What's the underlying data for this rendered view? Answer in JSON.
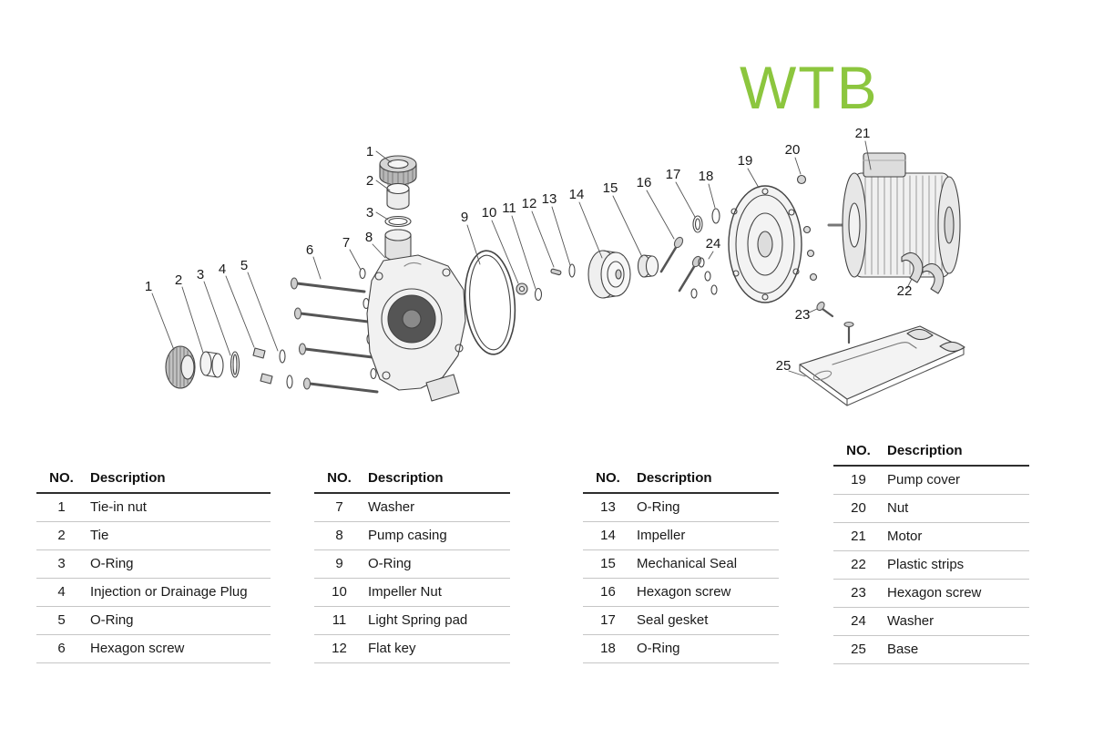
{
  "title": "WTB",
  "title_color": "#8CC63E",
  "diagram": {
    "name": "exploded-pump-parts-diagram",
    "callouts": [
      "1",
      "2",
      "3",
      "1",
      "2",
      "3",
      "4",
      "5",
      "6",
      "7",
      "8",
      "9",
      "10",
      "11",
      "12",
      "13",
      "14",
      "15",
      "16",
      "17",
      "18",
      "24",
      "19",
      "20",
      "21",
      "22",
      "23",
      "25"
    ]
  },
  "tables": [
    {
      "headers": {
        "no": "NO.",
        "description": "Description"
      },
      "rows": [
        {
          "no": "1",
          "description": "Tie-in nut"
        },
        {
          "no": "2",
          "description": "Tie"
        },
        {
          "no": "3",
          "description": "O-Ring"
        },
        {
          "no": "4",
          "description": "Injection or Drainage Plug"
        },
        {
          "no": "5",
          "description": "O-Ring"
        },
        {
          "no": "6",
          "description": "Hexagon screw"
        }
      ]
    },
    {
      "headers": {
        "no": "NO.",
        "description": "Description"
      },
      "rows": [
        {
          "no": "7",
          "description": "Washer"
        },
        {
          "no": "8",
          "description": "Pump casing"
        },
        {
          "no": "9",
          "description": "O-Ring"
        },
        {
          "no": "10",
          "description": "Impeller Nut"
        },
        {
          "no": "11",
          "description": "Light Spring pad"
        },
        {
          "no": "12",
          "description": "Flat key"
        }
      ]
    },
    {
      "headers": {
        "no": "NO.",
        "description": "Description"
      },
      "rows": [
        {
          "no": "13",
          "description": "O-Ring"
        },
        {
          "no": "14",
          "description": "Impeller"
        },
        {
          "no": "15",
          "description": "Mechanical Seal"
        },
        {
          "no": "16",
          "description": "Hexagon screw"
        },
        {
          "no": "17",
          "description": "Seal gesket"
        },
        {
          "no": "18",
          "description": "O-Ring"
        }
      ]
    },
    {
      "headers": {
        "no": "NO.",
        "description": "Description"
      },
      "rows": [
        {
          "no": "19",
          "description": "Pump cover"
        },
        {
          "no": "20",
          "description": "Nut"
        },
        {
          "no": "21",
          "description": "Motor"
        },
        {
          "no": "22",
          "description": "Plastic strips"
        },
        {
          "no": "23",
          "description": "Hexagon screw"
        },
        {
          "no": "24",
          "description": "Washer"
        },
        {
          "no": "25",
          "description": "Base"
        }
      ]
    }
  ]
}
